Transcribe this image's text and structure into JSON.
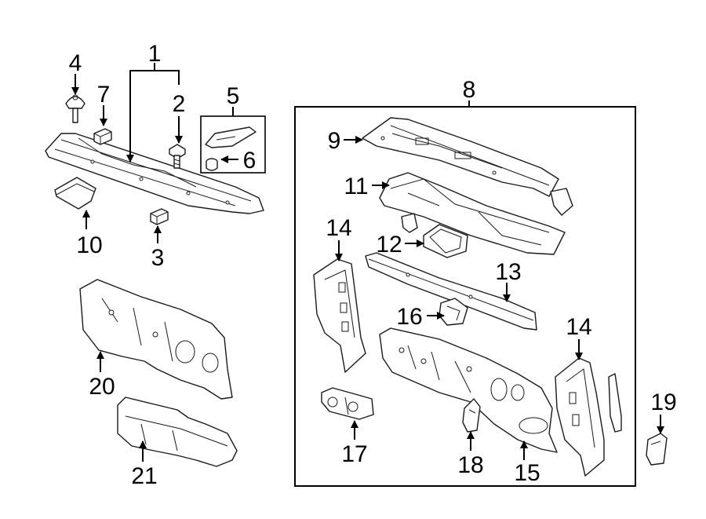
{
  "diagram": {
    "callouts": {
      "c1": "1",
      "c2": "2",
      "c3": "3",
      "c4": "4",
      "c5": "5",
      "c6": "6",
      "c7": "7",
      "c8": "8",
      "c9": "9",
      "c10": "10",
      "c11": "11",
      "c12": "12",
      "c13": "13",
      "c14a": "14",
      "c14b": "14",
      "c15": "15",
      "c16": "16",
      "c17": "17",
      "c18": "18",
      "c19": "19",
      "c20": "20",
      "c21": "21"
    },
    "colors": {
      "line": "#000000",
      "background": "#ffffff",
      "part_fill": "#ffffff"
    }
  }
}
